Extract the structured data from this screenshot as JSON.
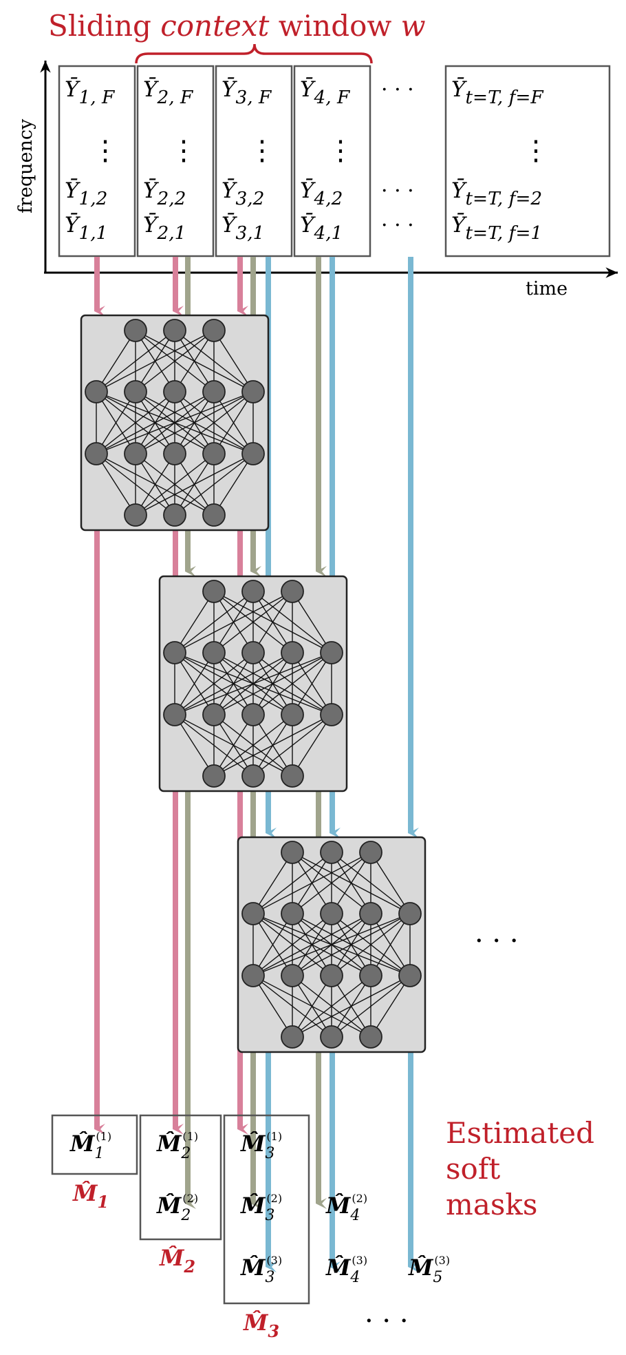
{
  "title": {
    "prefix": "Sliding ",
    "context_word": "context",
    "middle": " window ",
    "var": "w"
  },
  "axes": {
    "y_label": "frequency",
    "x_label": "time"
  },
  "frames": [
    {
      "top": {
        "base": "Ȳ",
        "sub": "1, F"
      },
      "row2": {
        "base": "Ȳ",
        "sub": "1,2"
      },
      "row1": {
        "base": "Ȳ",
        "sub": "1,1"
      }
    },
    {
      "top": {
        "base": "Ȳ",
        "sub": "2, F"
      },
      "row2": {
        "base": "Ȳ",
        "sub": "2,2"
      },
      "row1": {
        "base": "Ȳ",
        "sub": "2,1"
      }
    },
    {
      "top": {
        "base": "Ȳ",
        "sub": "3, F"
      },
      "row2": {
        "base": "Ȳ",
        "sub": "3,2"
      },
      "row1": {
        "base": "Ȳ",
        "sub": "3,1"
      }
    },
    {
      "top": {
        "base": "Ȳ",
        "sub": "4, F"
      },
      "row2": {
        "base": "Ȳ",
        "sub": "4,2"
      },
      "row1": {
        "base": "Ȳ",
        "sub": "4,1"
      }
    },
    {
      "top": {
        "base": "Ȳ",
        "sub": "t=T, f=F"
      },
      "row2": {
        "base": "Ȳ",
        "sub": "t=T, f=2"
      },
      "row1": {
        "base": "Ȳ",
        "sub": "t=T, f=1"
      }
    }
  ],
  "ellipsis": "· · ·",
  "vdots": "⋮",
  "masks": [
    {
      "base": "M̂",
      "sub": "1",
      "sup": "(1)"
    },
    {
      "base": "M̂",
      "sub": "2",
      "sup": "(1)"
    },
    {
      "base": "M̂",
      "sub": "2",
      "sup": "(2)"
    },
    {
      "base": "M̂",
      "sub": "3",
      "sup": "(1)"
    },
    {
      "base": "M̂",
      "sub": "3",
      "sup": "(2)"
    },
    {
      "base": "M̂",
      "sub": "3",
      "sup": "(3)"
    },
    {
      "base": "M̂",
      "sub": "4",
      "sup": "(2)"
    },
    {
      "base": "M̂",
      "sub": "4",
      "sup": "(3)"
    },
    {
      "base": "M̂",
      "sub": "5",
      "sup": "(3)"
    }
  ],
  "group_labels": [
    {
      "base": "M̂",
      "sub": "1"
    },
    {
      "base": "M̂",
      "sub": "2"
    },
    {
      "base": "M̂",
      "sub": "3"
    }
  ],
  "estimated_label": [
    "Estimated",
    "soft",
    "masks"
  ],
  "colors": {
    "red": "#c0202a",
    "pink": "#d8809a",
    "olive": "#a0a48c",
    "blue": "#7ab8d2",
    "net_fill": "#d9d9d9",
    "node_fill": "#6e6e6e",
    "box_stroke": "#555555"
  }
}
